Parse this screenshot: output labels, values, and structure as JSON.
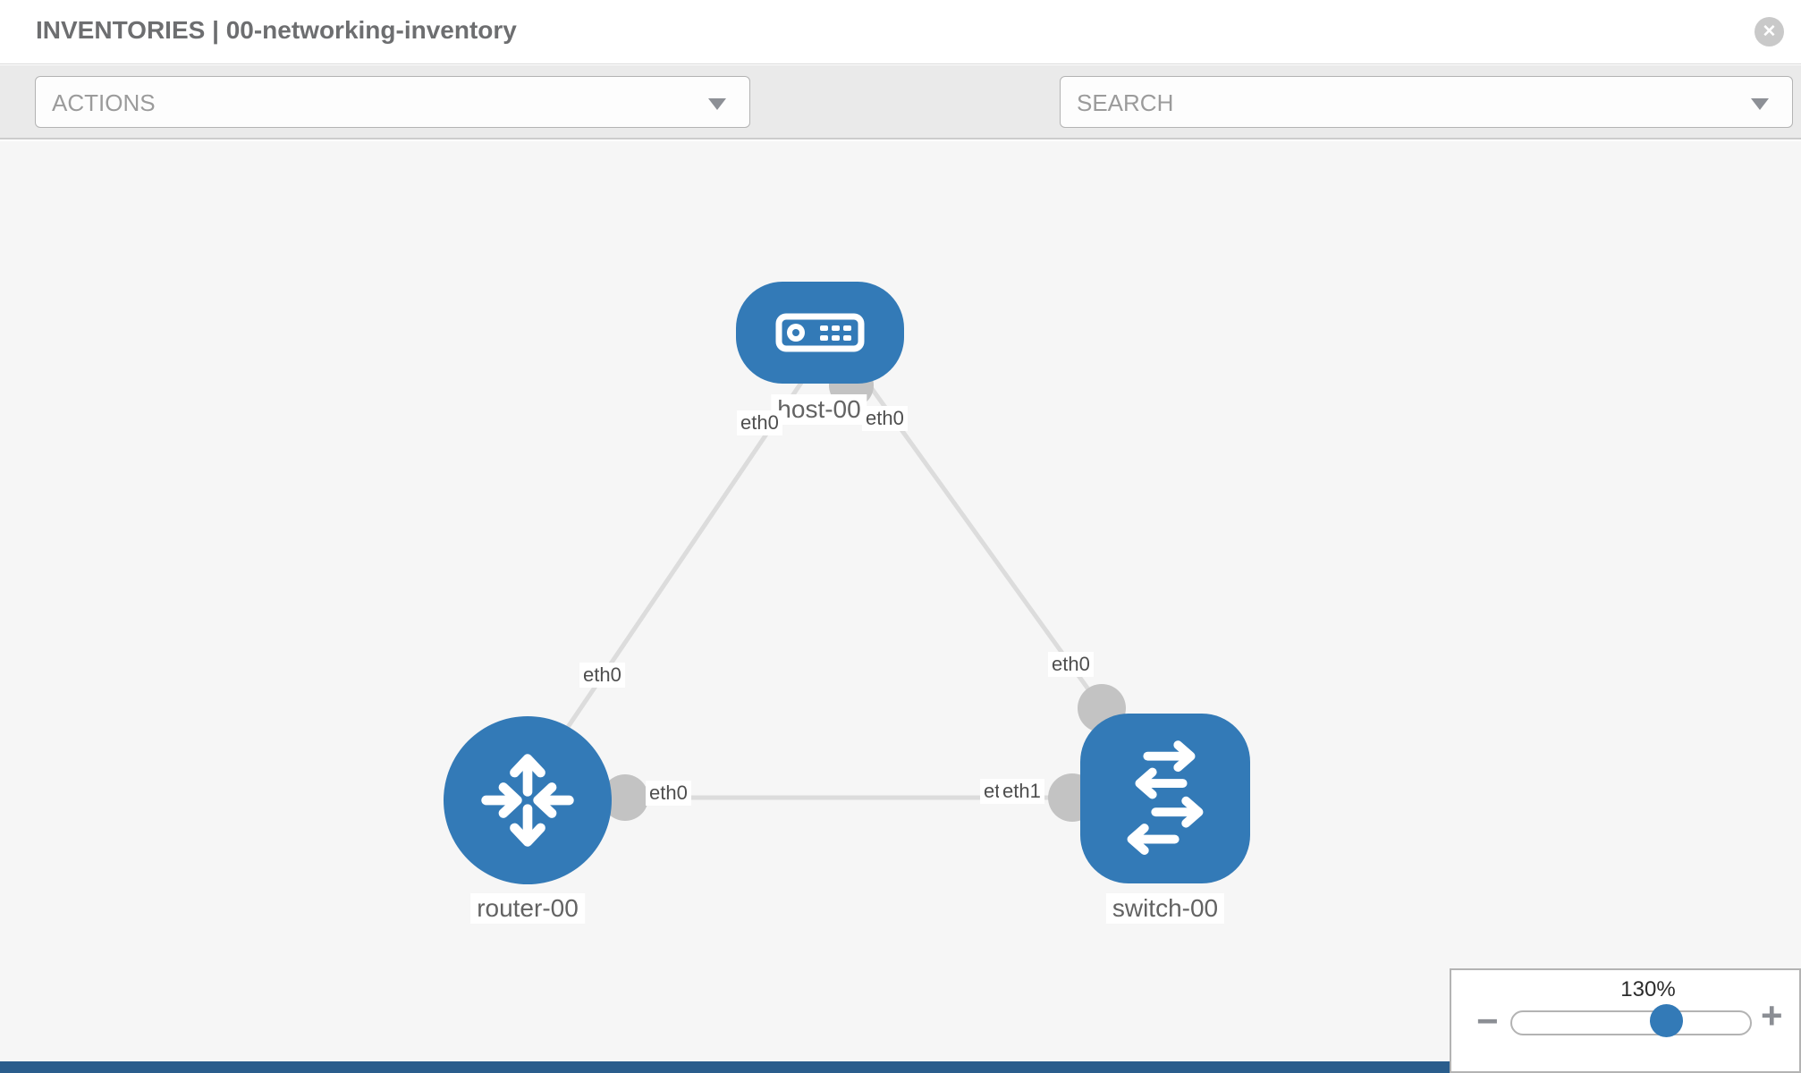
{
  "header": {
    "title": "INVENTORIES | 00-networking-inventory",
    "close_glyph": "✕"
  },
  "toolbar": {
    "actions": "ACTIONS",
    "search": "SEARCH"
  },
  "topology": {
    "nodes": [
      {
        "label": "host-00",
        "type": "host"
      },
      {
        "label": "router-00",
        "type": "router"
      },
      {
        "label": "switch-00",
        "type": "switch"
      }
    ],
    "links": [
      {
        "from": "host-00",
        "from_if": "eth0",
        "to": "router-00",
        "to_if": "eth0"
      },
      {
        "from": "host-00",
        "from_if": "eth0",
        "to": "switch-00",
        "to_if": "eth0"
      },
      {
        "from": "router-00",
        "from_if": "eth0",
        "to": "switch-00",
        "to_if": "eth1"
      }
    ],
    "iface_labels": {
      "host_left": "eth0",
      "host_right": "eth0",
      "router_top": "eth0",
      "switch_top": "eth0",
      "mid_left": "eth0",
      "mid_back": "eth0",
      "mid_front": "eth1"
    }
  },
  "zoom": {
    "level": "130%",
    "minus_glyph": "−",
    "plus_glyph": "+"
  },
  "colors": {
    "node_blue": "#337ab7",
    "link_gray": "#dcdcdc",
    "dot_gray": "#c3c3c3",
    "bottom_strip": "#2a5d8c"
  }
}
